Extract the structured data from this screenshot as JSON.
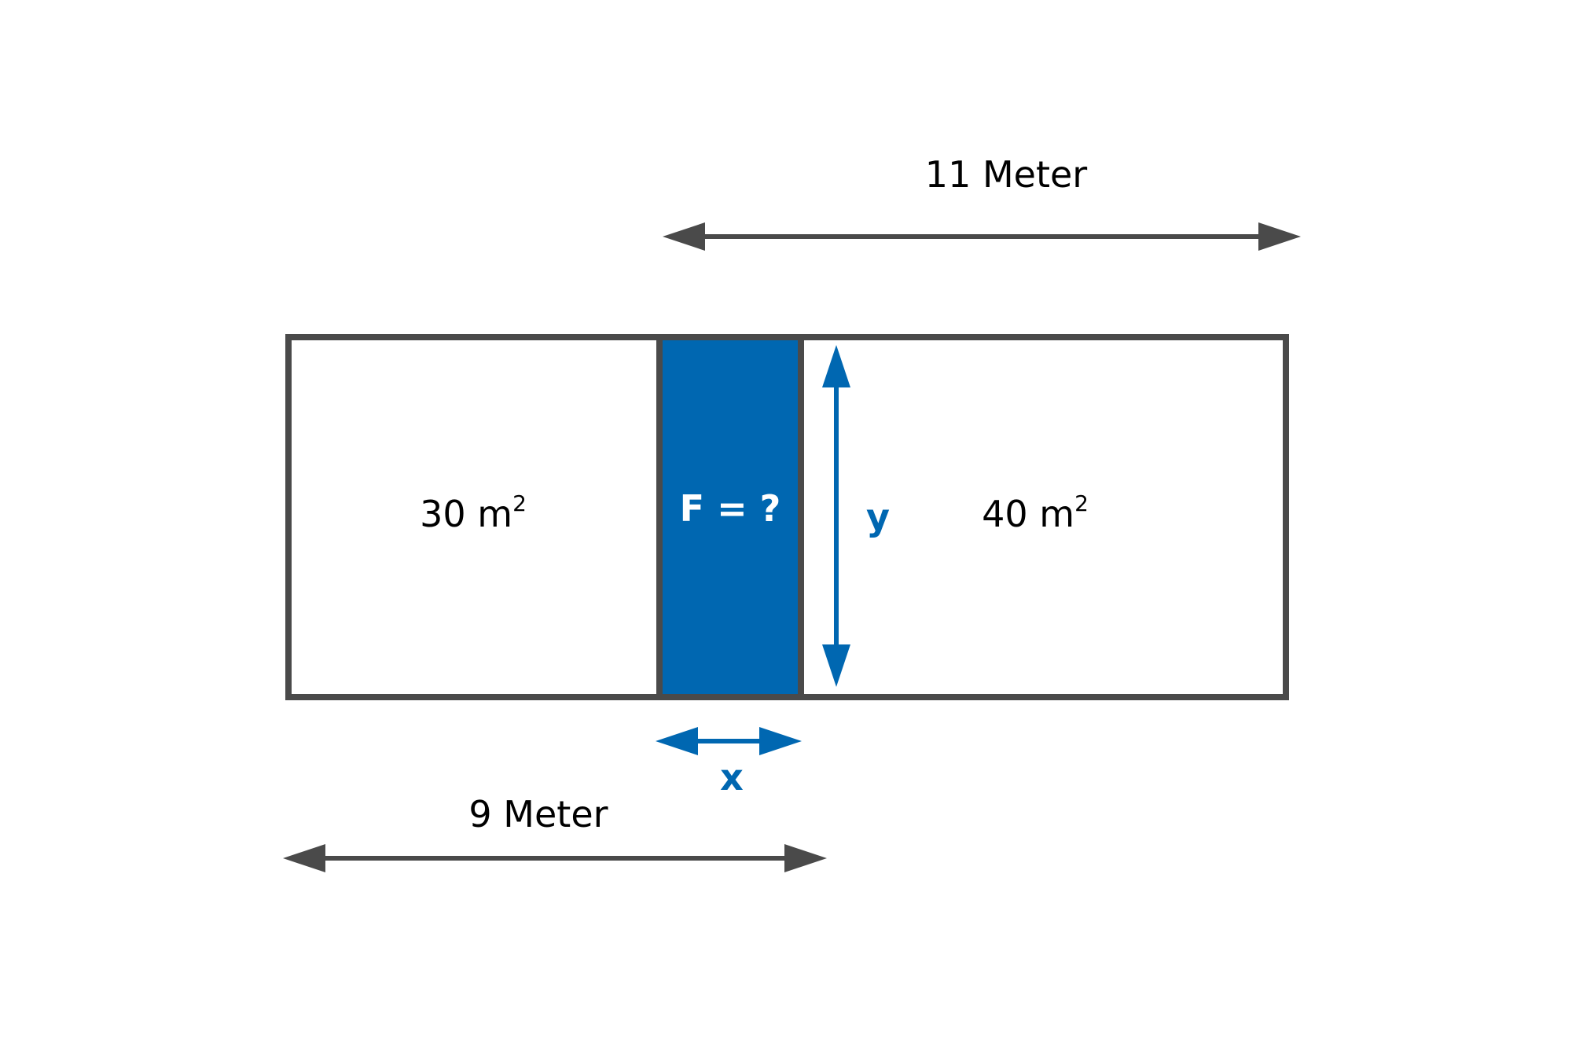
{
  "colors": {
    "outline": "#4a4a4a",
    "accent": "#0067b1",
    "background": "#ffffff",
    "text": "#000000",
    "accent_text": "#ffffff"
  },
  "dimensions": {
    "top_width_label": "11 Meter",
    "bottom_width_label": "9 Meter"
  },
  "regions": {
    "left_area": {
      "value": "30 m",
      "exponent": "2"
    },
    "middle_area": {
      "label": "F = ?"
    },
    "right_area": {
      "value": "40 m",
      "exponent": "2"
    }
  },
  "variables": {
    "width": "x",
    "height": "y"
  }
}
